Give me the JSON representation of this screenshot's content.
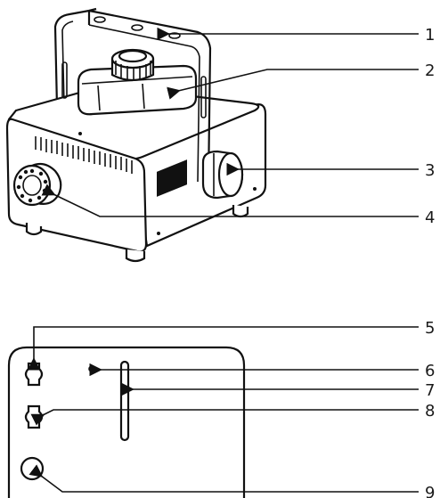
{
  "callouts": [
    {
      "number": "1",
      "target": "mounting-bracket"
    },
    {
      "number": "2",
      "target": "fluid-tank"
    },
    {
      "number": "3",
      "target": "bracket-knob"
    },
    {
      "number": "4",
      "target": "nozzle"
    },
    {
      "number": "5",
      "target": "connector-top"
    },
    {
      "number": "6",
      "target": "indicator-led"
    },
    {
      "number": "7",
      "target": "slot"
    },
    {
      "number": "8",
      "target": "connector-middle"
    },
    {
      "number": "9",
      "target": "connector-bottom"
    }
  ],
  "colors": {
    "line": "#111111",
    "background": "#ffffff"
  }
}
